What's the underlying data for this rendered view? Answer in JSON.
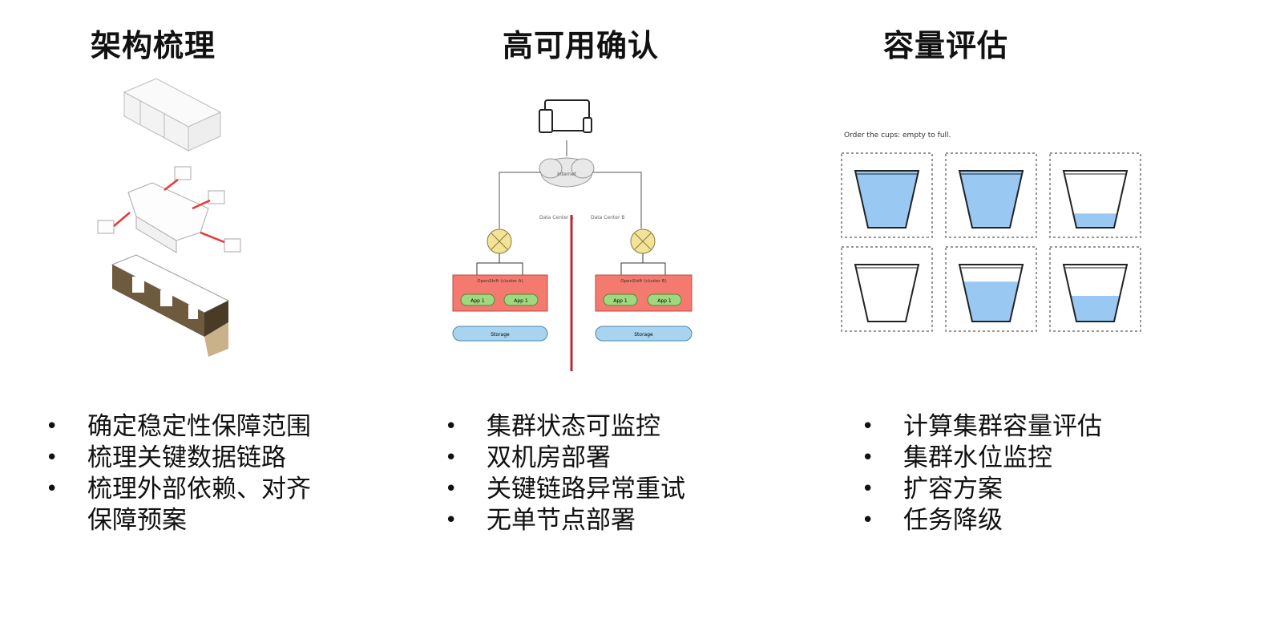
{
  "columns": [
    {
      "title": "架构梳理",
      "bullets": [
        "确定稳定性保障范围",
        "梳理关键数据链路",
        "梳理外部依赖、对齐保障预案"
      ]
    },
    {
      "title": "高可用确认",
      "bullets": [
        "集群状态可监控",
        "双机房部署",
        "关键链路异常重试",
        "无单节点部署"
      ]
    },
    {
      "title": "容量评估",
      "bullets": [
        "计算集群容量评估",
        "集群水位监控",
        "扩容方案",
        "任务降级"
      ]
    }
  ],
  "ha_diagram": {
    "cloud_label": "Internet",
    "dc_a": "Data Center A",
    "dc_b": "Data Center B",
    "cluster_a": "OpenShift (cluster A)",
    "cluster_b": "OpenShift (cluster B)",
    "app_label": "App 1",
    "storage_label": "Storage",
    "colors": {
      "cluster": "#f47a70",
      "app": "#9fd87f",
      "storage": "#a8d4f0",
      "divider": "#c0282d",
      "lb": "#f3e29a"
    }
  },
  "cups": {
    "instruction": "Order the cups: empty to full.",
    "water_color": "#99c9f2",
    "levels": [
      1.0,
      1.0,
      0.25,
      0.0,
      0.7,
      0.45
    ]
  }
}
